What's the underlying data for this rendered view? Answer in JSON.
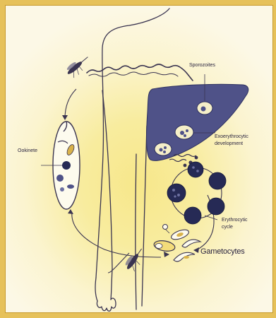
{
  "diagram": {
    "labels": {
      "sporozoites": "Sporozoites",
      "ookinete": "Ookinete",
      "exoerythrocytic_line1": "Exoerythrocytic",
      "exoerythrocytic_line2": "development",
      "erythrocytic_line1": "Erythrocytic",
      "erythrocytic_line2": "cycle",
      "gametocytes": "Gametocytes"
    },
    "colors": {
      "frame": "#e6c15a",
      "glow": "#f7e78a",
      "liver": "#4f5288",
      "cell_dark": "#262a55",
      "ink": "#2b2540"
    },
    "icons": [
      "mosquito-icon",
      "mosquito-icon",
      "liver-icon",
      "red-blood-cell-icon",
      "ookinete-cell-icon",
      "gametocyte-icon"
    ]
  }
}
